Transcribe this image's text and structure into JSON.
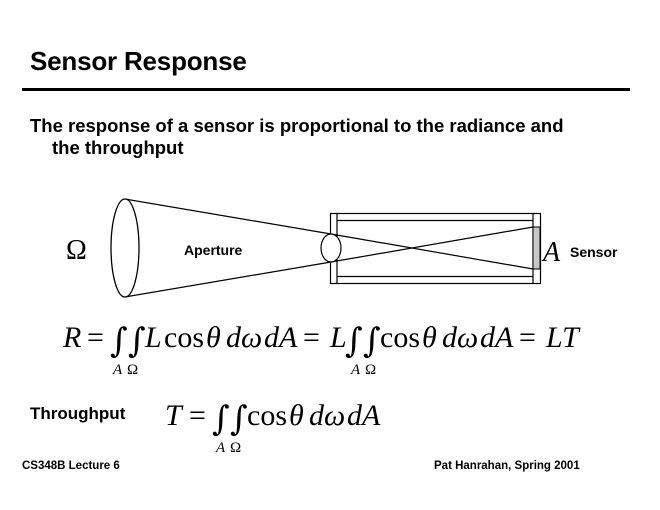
{
  "slide": {
    "title": "Sensor Response",
    "bullet": {
      "line1": "The response of a sensor is proportional to the radiance and",
      "line2": "the throughput"
    }
  },
  "diagram": {
    "omega_label": "Ω",
    "aperture_label": "Aperture",
    "area_label": "A",
    "sensor_label": "Sensor",
    "sensor_color": "#c8c8c8"
  },
  "equation1": {
    "lhs": "R",
    "eq": "=",
    "integrand1": "L cos θ dω dA",
    "eq2": "=",
    "factor": "L",
    "integrand2": "cos θ dω dA",
    "eq3": "=",
    "rhs": "LT",
    "sub_a": "A",
    "sub_omega": "Ω"
  },
  "equation2": {
    "label": "Throughput",
    "lhs": "T",
    "eq": "=",
    "integrand": "cos θ dω dA",
    "sub_a": "A",
    "sub_omega": "Ω"
  },
  "footer": {
    "left": "CS348B Lecture 6",
    "right": "Pat Hanrahan, Spring 2001"
  }
}
